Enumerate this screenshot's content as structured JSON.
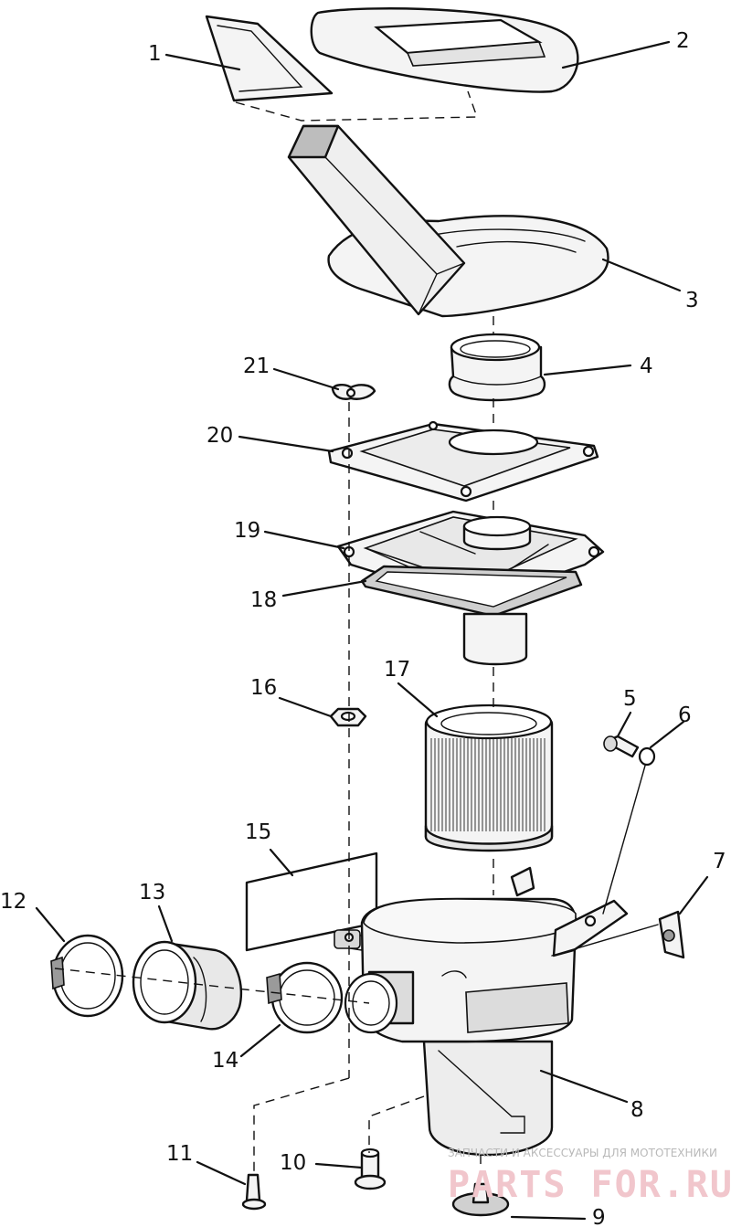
{
  "callouts": [
    {
      "id": "1",
      "label": "1"
    },
    {
      "id": "2",
      "label": "2"
    },
    {
      "id": "3",
      "label": "3"
    },
    {
      "id": "4",
      "label": "4"
    },
    {
      "id": "5",
      "label": "5"
    },
    {
      "id": "6",
      "label": "6"
    },
    {
      "id": "7",
      "label": "7"
    },
    {
      "id": "8",
      "label": "8"
    },
    {
      "id": "9",
      "label": "9"
    },
    {
      "id": "10",
      "label": "10"
    },
    {
      "id": "11",
      "label": "11"
    },
    {
      "id": "12",
      "label": "12"
    },
    {
      "id": "13",
      "label": "13"
    },
    {
      "id": "14",
      "label": "14"
    },
    {
      "id": "15",
      "label": "15"
    },
    {
      "id": "16",
      "label": "16"
    },
    {
      "id": "17",
      "label": "17"
    },
    {
      "id": "18",
      "label": "18"
    },
    {
      "id": "19",
      "label": "19"
    },
    {
      "id": "20",
      "label": "20"
    },
    {
      "id": "21",
      "label": "21"
    }
  ],
  "watermark": {
    "caption": "ЗАПЧАСТИ И АКСЕССУАРЫ ДЛЯ МОТОТЕХНИКИ",
    "logo": "PARTS FOR.RU"
  }
}
